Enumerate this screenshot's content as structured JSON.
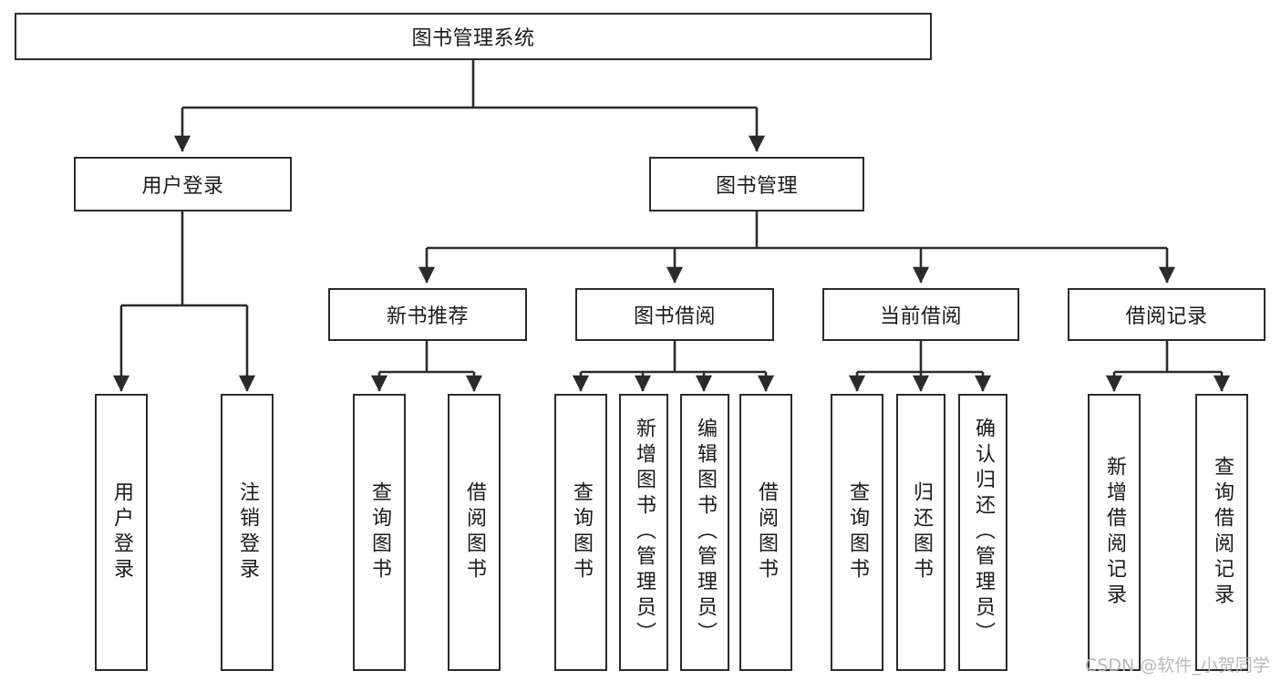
{
  "diagram": {
    "title": "图书管理系统",
    "type": "hierarchy-tree",
    "colors": {
      "stroke": "#2b2b2b",
      "fill": "#ffffff",
      "text": "#1a1a1a",
      "watermark": "#b9b9b9"
    },
    "levels": {
      "root": {
        "label": "图书管理系统"
      },
      "level2": [
        {
          "id": "user-login",
          "label": "用户登录"
        },
        {
          "id": "book-management",
          "label": "图书管理"
        }
      ],
      "level3": [
        {
          "id": "new-book-recommend",
          "label": "新书推荐",
          "parent": "book-management"
        },
        {
          "id": "book-borrow",
          "label": "图书借阅",
          "parent": "book-management"
        },
        {
          "id": "current-borrow",
          "label": "当前借阅",
          "parent": "book-management"
        },
        {
          "id": "borrow-record",
          "label": "借阅记录",
          "parent": "book-management"
        }
      ],
      "leaves": [
        {
          "id": "leaf-user-login",
          "label": "用户登录",
          "parent": "user-login"
        },
        {
          "id": "leaf-logout-login",
          "label": "注销登录",
          "parent": "user-login"
        },
        {
          "id": "leaf-query-book-1",
          "label": "查询图书",
          "parent": "new-book-recommend"
        },
        {
          "id": "leaf-borrow-book-1",
          "label": "借阅图书",
          "parent": "new-book-recommend"
        },
        {
          "id": "leaf-query-book-2",
          "label": "查询图书",
          "parent": "book-borrow"
        },
        {
          "id": "leaf-add-book",
          "label": "新增图书（管理员）",
          "parent": "book-borrow"
        },
        {
          "id": "leaf-edit-book",
          "label": "编辑图书（管理员）",
          "parent": "book-borrow"
        },
        {
          "id": "leaf-borrow-book-2",
          "label": "借阅图书",
          "parent": "book-borrow"
        },
        {
          "id": "leaf-query-book-3",
          "label": "查询图书",
          "parent": "current-borrow"
        },
        {
          "id": "leaf-return-book",
          "label": "归还图书",
          "parent": "current-borrow"
        },
        {
          "id": "leaf-confirm-return",
          "label": "确认归还（管理员）",
          "parent": "current-borrow"
        },
        {
          "id": "leaf-add-record",
          "label": "新增借阅记录",
          "parent": "borrow-record"
        },
        {
          "id": "leaf-query-record",
          "label": "查询借阅记录",
          "parent": "borrow-record"
        }
      ]
    },
    "watermark": "CSDN @软件_小贺同学"
  }
}
